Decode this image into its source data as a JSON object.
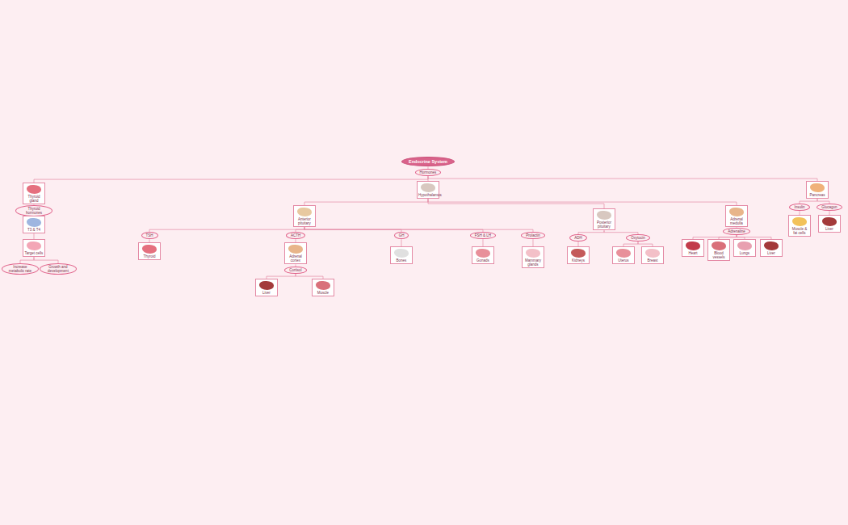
{
  "diagram": {
    "nodes": [
      {
        "text": [
          "Endocrine System"
        ]
      },
      {
        "text": [
          "Hormones"
        ]
      },
      {
        "text": [
          "Thyroid gland"
        ]
      },
      {
        "text": [
          "Hypothalamus"
        ]
      },
      {
        "text": [
          "Pancreas"
        ]
      },
      {
        "text": [
          "Thyroid hormones"
        ]
      },
      {
        "text": [
          "T3 & T4"
        ]
      },
      {
        "text": [
          "Target cells"
        ]
      },
      {
        "text": [
          "Increase metabolic rate"
        ]
      },
      {
        "text": [
          "Growth and development"
        ]
      },
      {
        "text": [
          "Anterior pituitary"
        ]
      },
      {
        "text": [
          "Posterior pituitary"
        ]
      },
      {
        "text": [
          "Adrenal medulla"
        ]
      },
      {
        "text": [
          "TSH"
        ]
      },
      {
        "text": [
          "ACTH"
        ]
      },
      {
        "text": [
          "GH"
        ]
      },
      {
        "text": [
          "FSH & LH"
        ]
      },
      {
        "text": [
          "Prolactin"
        ]
      },
      {
        "text": [
          "Thyroid"
        ]
      },
      {
        "text": [
          "Adrenal cortex"
        ]
      },
      {
        "text": [
          "Cortisol"
        ]
      },
      {
        "text": [
          "Liver"
        ]
      },
      {
        "text": [
          "Muscle"
        ]
      },
      {
        "text": [
          "Gonads"
        ]
      },
      {
        "text": [
          "Mammary glands"
        ]
      },
      {
        "text": [
          "Bones"
        ]
      },
      {
        "text": [
          "ADH"
        ]
      },
      {
        "text": [
          "Oxytocin"
        ]
      },
      {
        "text": [
          "Kidneys"
        ]
      },
      {
        "text": [
          "Uterus"
        ]
      },
      {
        "text": [
          "Breast"
        ]
      },
      {
        "text": [
          "Adrenaline"
        ]
      },
      {
        "text": [
          "Heart"
        ]
      },
      {
        "text": [
          "Blood vessels"
        ]
      },
      {
        "text": [
          "Lungs"
        ]
      },
      {
        "text": [
          "Liver"
        ]
      },
      {
        "text": [
          "Insulin"
        ]
      },
      {
        "text": [
          "Glucagon"
        ]
      },
      {
        "text": [
          "Muscle & fat cells"
        ]
      },
      {
        "text": [
          "Liver"
        ]
      }
    ],
    "edges": [
      {
        "from": 0,
        "to": 1,
        "arrow": "none"
      },
      {
        "from": 1,
        "to": 2,
        "arrow": "none"
      },
      {
        "from": 1,
        "to": 3,
        "arrow": "none"
      },
      {
        "from": 1,
        "to": 4,
        "arrow": "none"
      },
      {
        "from": 2,
        "to": 5,
        "arrow": "none"
      },
      {
        "from": 5,
        "to": 6,
        "arrow": "none"
      },
      {
        "from": 6,
        "to": 7,
        "arrow": "none"
      },
      {
        "from": 7,
        "to": 8,
        "arrow": "none"
      },
      {
        "from": 7,
        "to": 9,
        "arrow": "none"
      },
      {
        "from": 3,
        "to": 10,
        "arrow": "none"
      },
      {
        "from": 3,
        "to": 11,
        "arrow": "none"
      },
      {
        "from": 3,
        "to": 12,
        "arrow": "none"
      },
      {
        "from": 10,
        "to": 13,
        "arrow": "none"
      },
      {
        "from": 10,
        "to": 14,
        "arrow": "none"
      },
      {
        "from": 10,
        "to": 15,
        "arrow": "none"
      },
      {
        "from": 10,
        "to": 16,
        "arrow": "none"
      },
      {
        "from": 10,
        "to": 17,
        "arrow": "none"
      },
      {
        "from": 13,
        "to": 18,
        "arrow": "none"
      },
      {
        "from": 14,
        "to": 19,
        "arrow": "none"
      },
      {
        "from": 19,
        "to": 20,
        "arrow": "none"
      },
      {
        "from": 20,
        "to": 21,
        "arrow": "none"
      },
      {
        "from": 20,
        "to": 22,
        "arrow": "none"
      },
      {
        "from": 15,
        "to": 25,
        "arrow": "none"
      },
      {
        "from": 16,
        "to": 23,
        "arrow": "none"
      },
      {
        "from": 17,
        "to": 24,
        "arrow": "none"
      },
      {
        "from": 11,
        "to": 26,
        "arrow": "none"
      },
      {
        "from": 11,
        "to": 27,
        "arrow": "none"
      },
      {
        "from": 26,
        "to": 28,
        "arrow": "none"
      },
      {
        "from": 27,
        "to": 29,
        "arrow": "none"
      },
      {
        "from": 27,
        "to": 30,
        "arrow": "none"
      },
      {
        "from": 12,
        "to": 31,
        "arrow": "none"
      },
      {
        "from": 31,
        "to": 32,
        "arrow": "none"
      },
      {
        "from": 31,
        "to": 33,
        "arrow": "none"
      },
      {
        "from": 31,
        "to": 34,
        "arrow": "none"
      },
      {
        "from": 31,
        "to": 35,
        "arrow": "none"
      },
      {
        "from": 4,
        "to": 36,
        "arrow": "none"
      },
      {
        "from": 4,
        "to": 37,
        "arrow": "none"
      },
      {
        "from": 36,
        "to": 38,
        "arrow": "none"
      },
      {
        "from": 37,
        "to": 39,
        "arrow": "none"
      }
    ]
  }
}
